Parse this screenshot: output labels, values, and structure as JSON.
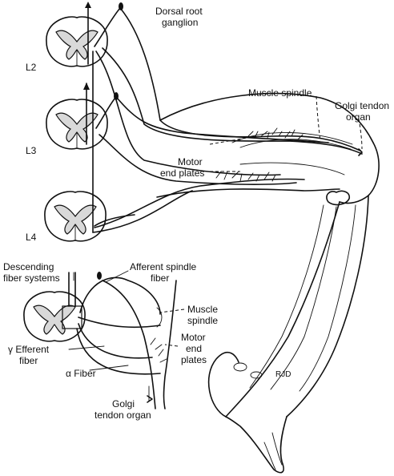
{
  "labels": {
    "dorsal_root_ganglion": [
      "Dorsal root",
      "ganglion"
    ],
    "l2": "L2",
    "l3": "L3",
    "l4": "L4",
    "muscle_spindle_top": "Muscle spindle",
    "golgi_tendon_organ_top": [
      "Golgi tendon",
      "organ"
    ],
    "motor_end_plates_top": [
      "Motor",
      "end plates"
    ],
    "descending_fiber_systems": [
      "Descending",
      "fiber systems"
    ],
    "afferent_spindle_fiber": [
      "Afferent spindle",
      "fiber"
    ],
    "muscle_spindle_inset": [
      "Muscle",
      "spindle"
    ],
    "gamma_efferent_fiber": [
      "γ  Efferent",
      "fiber"
    ],
    "motor_end_plates_inset": [
      "Motor",
      "end",
      "plates"
    ],
    "alpha_fiber": "α Fiber",
    "golgi_tendon_organ_inset": [
      "Golgi",
      "tendon organ"
    ],
    "signature": "RJD"
  }
}
